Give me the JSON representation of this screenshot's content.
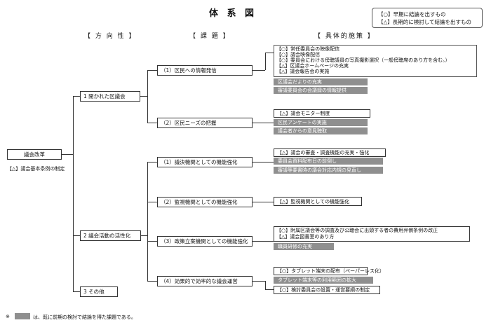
{
  "title": "体 系 図",
  "legend": [
    "【○】早期に結論を出すもの",
    "【△】長期的に検討して結論を出すもの"
  ],
  "headers": {
    "direction": "【 方 向 性 】",
    "issue": "【 課 題 】",
    "measures": "【 具体的施策 】"
  },
  "root": {
    "label": "議会改革",
    "note": "【△】議会基本条例の制定"
  },
  "directions": [
    "1 開かれた区議会",
    "2 議会活動の活性化",
    "3 その他"
  ],
  "issues": [
    "（1）区民への情報発信",
    "（2）区民ニーズの把握",
    "（1）議決機関としての機能強化",
    "（2）監視機関としての機能強化",
    "（3）政策立案機関としての機能強化",
    "（4）効果的で効率的な議会運営"
  ],
  "measures": {
    "g1": [
      "【○】常任委員会の映像配信",
      "【○】議会映像配信",
      "【○】委員会における傍聴議員の写真撮影選択（一般傍聴席のあり方を含む。）",
      "【△】区議会ホームページの充実",
      "【△】議会報告会の実施"
    ],
    "g1_shaded": [
      "区議会だよりの充実",
      "審議委員会の会議録の情報提供"
    ],
    "g2": [
      "【△】議会モニター制度"
    ],
    "g2_shaded": [
      "区民アンケートの実施",
      "議会者からの意見聴取"
    ],
    "g3": [
      "【△】議会の審査・調査機能の充実・強化"
    ],
    "g3_shaded": [
      "委員会資料配布日の前倒し",
      "審議等要書時の議会対応内規の見直し"
    ],
    "g4": [
      "【△】監視機関としての機能強化"
    ],
    "g5": [
      "【○】附属区議会等の調査及び公聴会に出頭する者の費用弁償条例の改正",
      "【△】議会図書室のあり方"
    ],
    "g5_shaded": [
      "職員研修の充実"
    ],
    "g6": [
      "【○】タブレット端末の配布（ペーパーレス化）"
    ],
    "g6_shaded": [
      "タブレット端末等の利用範囲の拡大"
    ],
    "g7": [
      "【○】検討委員会の設置・運営要綱の制定"
    ]
  },
  "footnote": {
    "mark": "※",
    "text": "は、既に前期の検討で結論を得た課題である。"
  }
}
